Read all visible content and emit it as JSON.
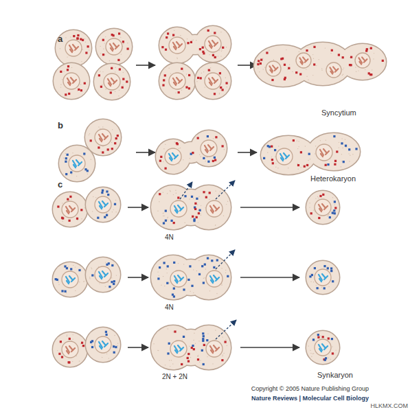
{
  "diagram": {
    "labels": [
      "a",
      "Syncytium",
      "b",
      "Heterokaryon",
      "c",
      "4N",
      "4N",
      "2N + 2N",
      "Synkaryon",
      "Copyright © 2005 Nature Publishing Group",
      "Nature Reviews | Molecular Cell Biology",
      "HLKMX.COM"
    ]
  }
}
